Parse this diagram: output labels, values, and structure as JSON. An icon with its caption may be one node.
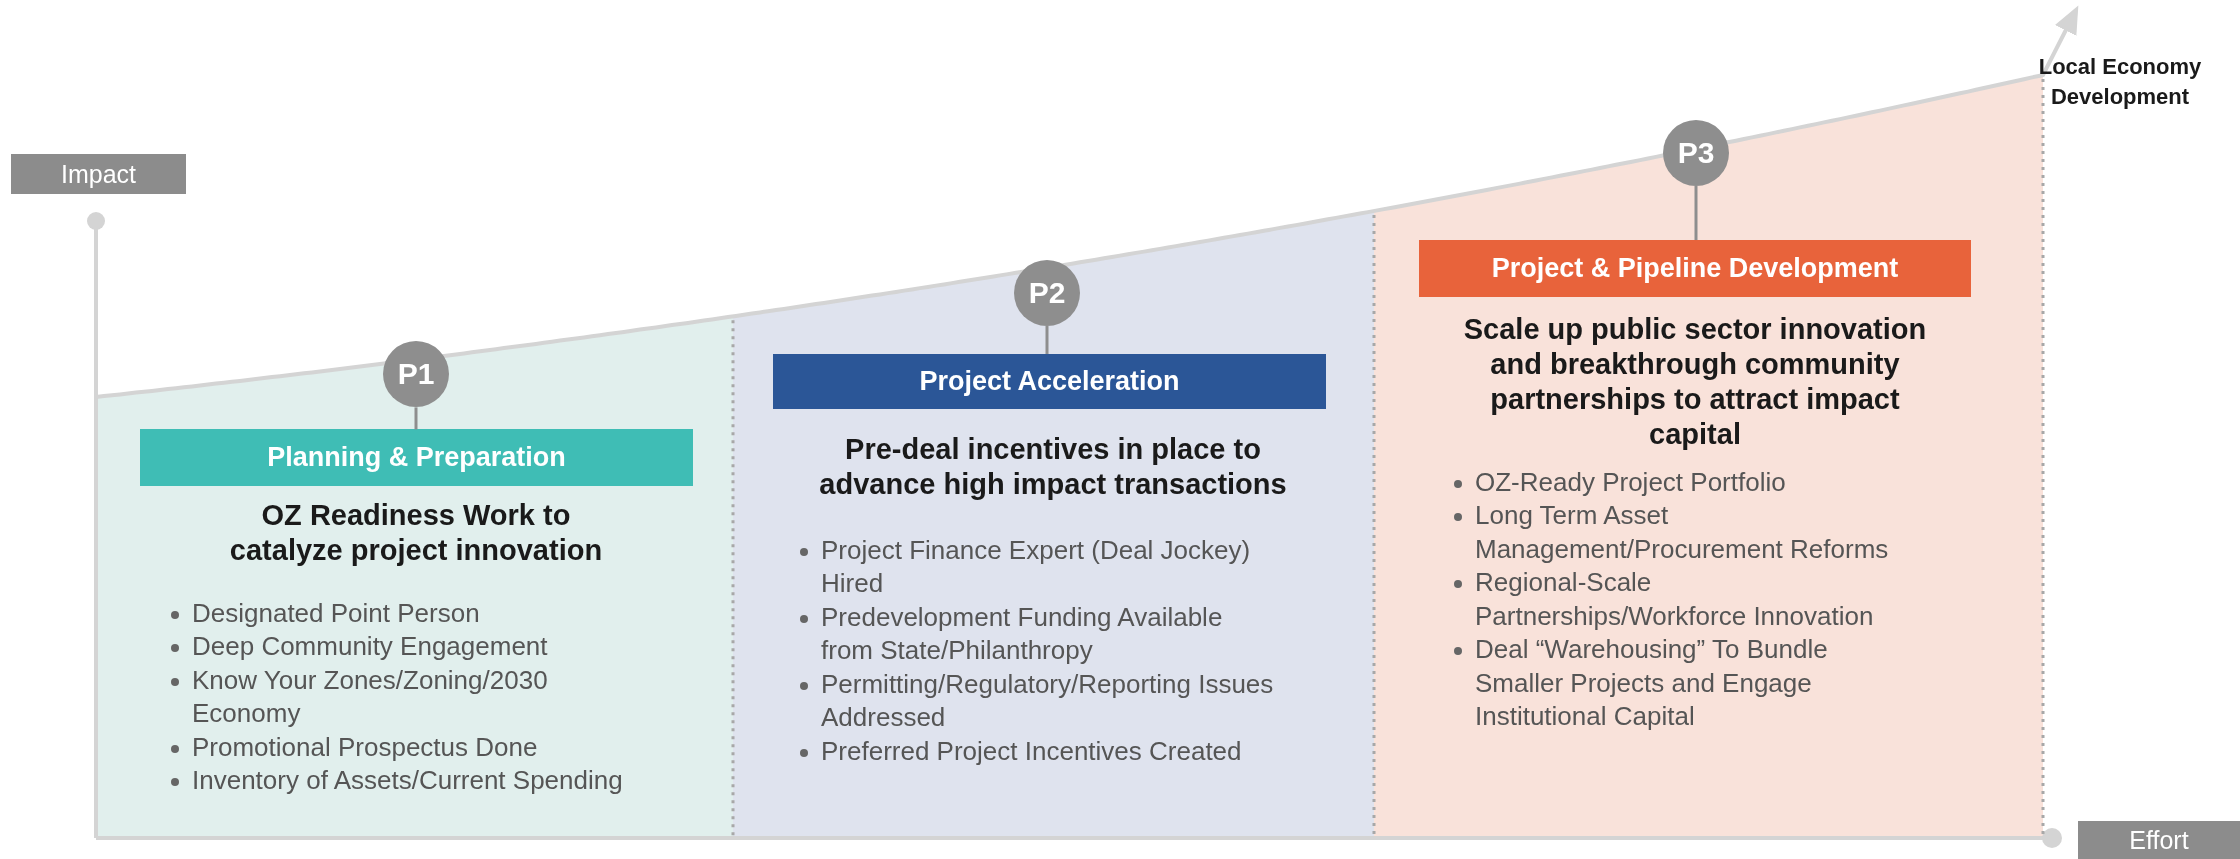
{
  "diagram": {
    "nodes": [
      {
        "text": [
          "OZ Readiness Work to catalyze project innovation",
          "Designated Point Person",
          "Deep Community Engagement",
          "Know Your Zones/Zoning/2030 Economy",
          "Promotional Prospectus Done",
          "Inventory of Assets/Current Spending"
        ]
      },
      {
        "text": [
          "P1"
        ],
        "in": 0
      },
      {
        "text": [
          "Planning & Preparation"
        ],
        "in": 0
      },
      {
        "text": [
          "Pre-deal incentives in place to advance high impact transactions",
          "Project Finance Expert (Deal Jockey) Hired",
          "Predevelopment Funding Available from State/Philanthropy",
          "Permitting/Regulatory/Reporting Issues Addressed",
          "Preferred Project Incentives Created"
        ]
      },
      {
        "text": [
          "P2"
        ],
        "in": 3
      },
      {
        "text": [
          "Project Acceleration"
        ],
        "in": 3
      },
      {
        "text": [
          "Scale up public sector innovation and breakthrough community partnerships to attract impact capital",
          "OZ-Ready Project Portfolio",
          "Long Term Asset Management/Procurement Reforms",
          "Regional-Scale Partnerships/Workforce Innovation",
          "Deal “Warehousing” To Bundle Smaller Projects and Engage Institutional Capital"
        ]
      },
      {
        "text": [
          "P3"
        ],
        "in": 6
      },
      {
        "text": [
          "Project & Pipeline Development"
        ],
        "in": 6
      }
    ],
    "edges": [
      {
        "from": 1,
        "to": 2,
        "arrow": "none"
      },
      {
        "from": 4,
        "to": 5,
        "arrow": "none"
      },
      {
        "from": 7,
        "to": 8,
        "arrow": "none"
      }
    ],
    "labels": [
      "Local Economy Development",
      "Impact",
      "Effort"
    ]
  }
}
